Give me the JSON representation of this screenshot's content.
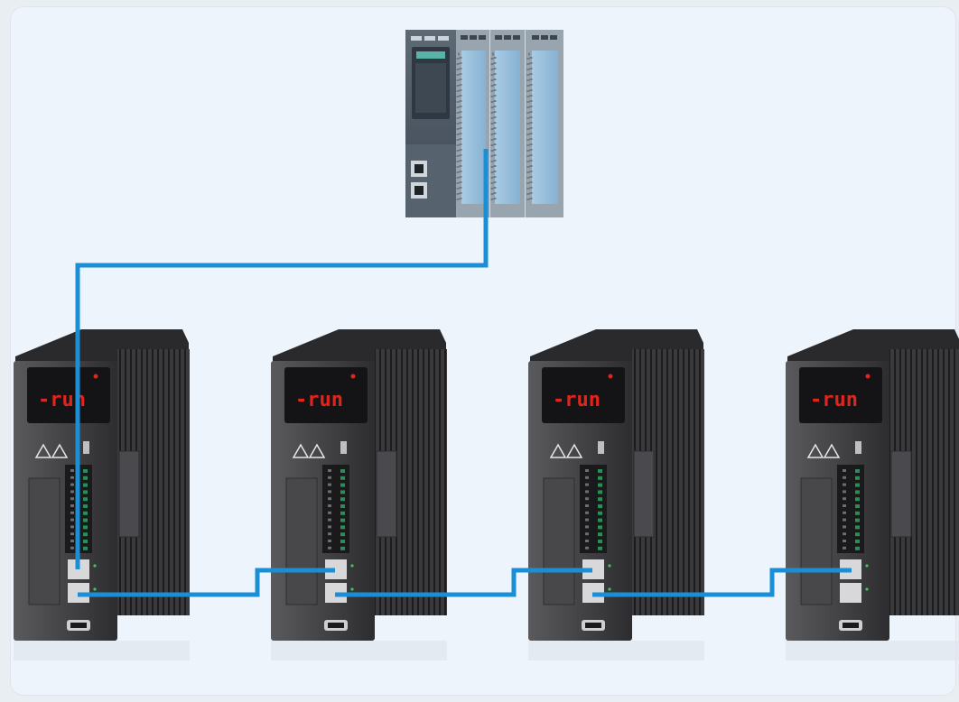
{
  "colors": {
    "cable": "#1a8fd6",
    "background": "#eef4fb",
    "drive_body": "#3d3d3f",
    "drive_dark": "#1f1f21",
    "display_glow": "#e0261c",
    "plc_body": "#4a5560",
    "plc_module": "#8fb8d6"
  },
  "plc": {
    "icon": "plc-controller-icon"
  },
  "drives": [
    {
      "display_text": "-run",
      "icon": "servo-drive-icon"
    },
    {
      "display_text": "-run",
      "icon": "servo-drive-icon"
    },
    {
      "display_text": "-run",
      "icon": "servo-drive-icon"
    },
    {
      "display_text": "-run",
      "icon": "servo-drive-icon"
    }
  ],
  "cables": {
    "count": 4,
    "topology": "daisy-chain"
  }
}
